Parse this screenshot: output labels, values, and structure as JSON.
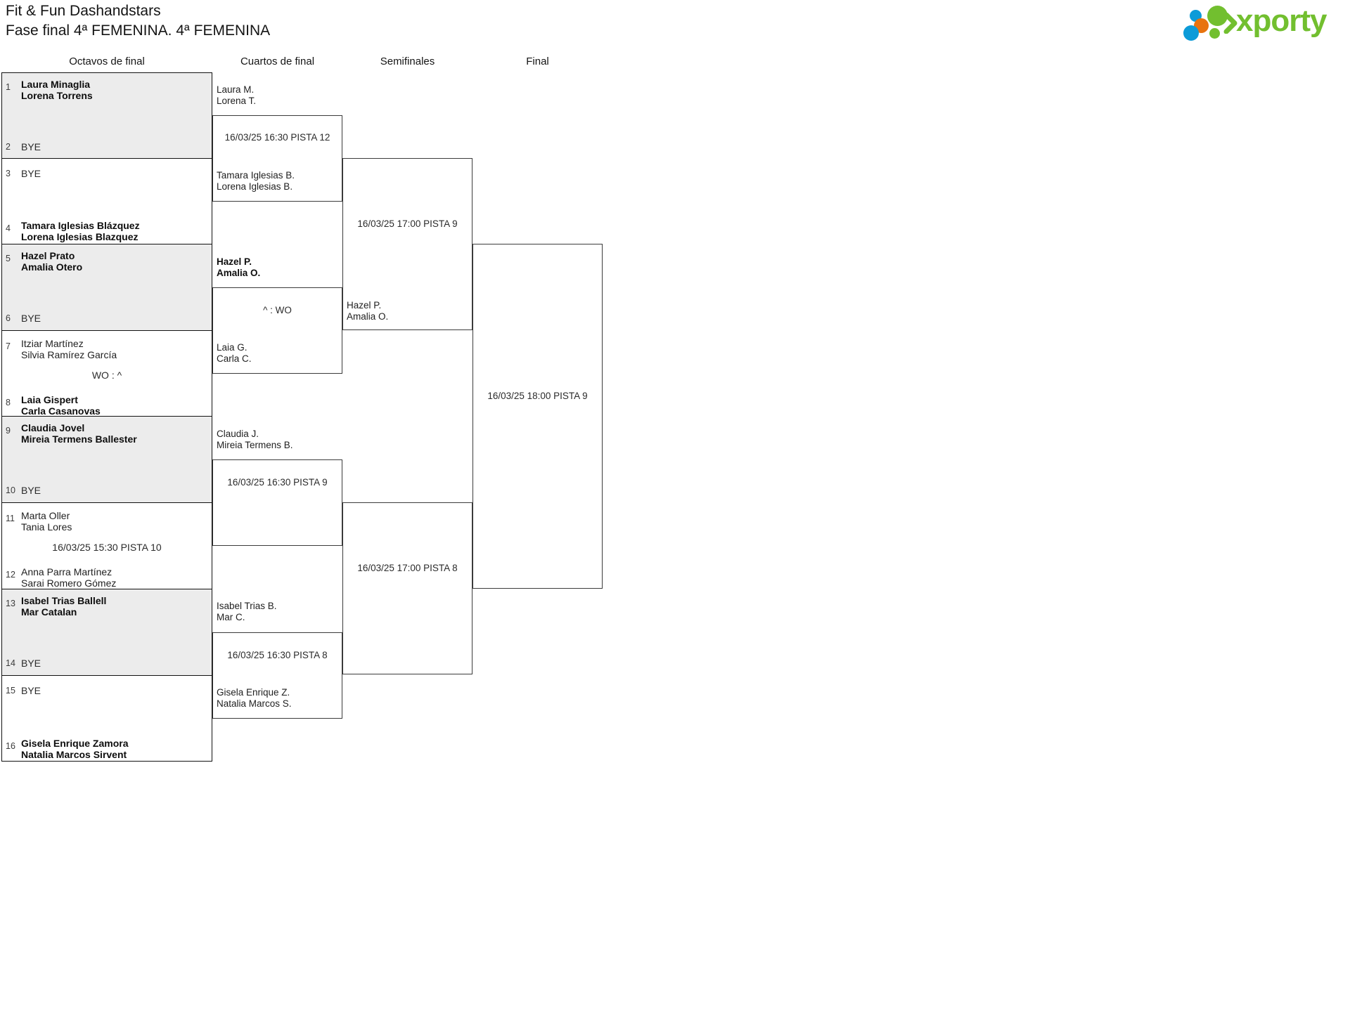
{
  "header": {
    "tournament": "Fit & Fun Dashandstars",
    "phase": "Fase final 4ª FEMENINA. 4ª FEMENINA",
    "logo_text": "xporty",
    "colors": {
      "green": "#72bf2f",
      "blue": "#0c9bd8",
      "orange": "#e8730f"
    }
  },
  "rounds": [
    {
      "id": "octavos",
      "label": "Octavos de final"
    },
    {
      "id": "cuartos",
      "label": "Cuartos de final"
    },
    {
      "id": "semis",
      "label": "Semifinales"
    },
    {
      "id": "final",
      "label": "Final"
    }
  ],
  "bracket": {
    "octavos": [
      {
        "seed_top": "1",
        "top_line1": "Laura Minaglia",
        "top_line2": "Lorena Torrens",
        "top_winner": true,
        "seed_bottom": "2",
        "bottom_line1": "BYE",
        "bottom_line2": "",
        "bottom_winner": false,
        "score": ""
      },
      {
        "seed_top": "3",
        "top_line1": "BYE",
        "top_line2": "",
        "top_winner": false,
        "seed_bottom": "4",
        "bottom_line1": "Tamara Iglesias Blázquez",
        "bottom_line2": "Lorena Iglesias Blazquez",
        "bottom_winner": true,
        "score": ""
      },
      {
        "seed_top": "5",
        "top_line1": "Hazel Prato",
        "top_line2": "Amalia Otero",
        "top_winner": true,
        "seed_bottom": "6",
        "bottom_line1": "BYE",
        "bottom_line2": "",
        "bottom_winner": false,
        "score": ""
      },
      {
        "seed_top": "7",
        "top_line1": "Itziar Martínez",
        "top_line2": "Silvia Ramírez García",
        "top_winner": false,
        "seed_bottom": "8",
        "bottom_line1": "Laia Gispert",
        "bottom_line2": "Carla Casanovas",
        "bottom_winner": true,
        "score": "WO : ^"
      },
      {
        "seed_top": "9",
        "top_line1": "Claudia Jovel",
        "top_line2": "Mireia Termens Ballester",
        "top_winner": true,
        "seed_bottom": "10",
        "bottom_line1": "BYE",
        "bottom_line2": "",
        "bottom_winner": false,
        "score": ""
      },
      {
        "seed_top": "11",
        "top_line1": "Marta Oller",
        "top_line2": "Tania Lores",
        "top_winner": false,
        "seed_bottom": "12",
        "bottom_line1": "Anna Parra Martínez",
        "bottom_line2": "Sarai Romero Gómez",
        "bottom_winner": false,
        "score": "16/03/25 15:30 PISTA 10"
      },
      {
        "seed_top": "13",
        "top_line1": "Isabel Trias Ballell",
        "top_line2": "Mar Catalan",
        "top_winner": true,
        "seed_bottom": "14",
        "bottom_line1": "BYE",
        "bottom_line2": "",
        "bottom_winner": false,
        "score": ""
      },
      {
        "seed_top": "15",
        "top_line1": "BYE",
        "top_line2": "",
        "top_winner": false,
        "seed_bottom": "16",
        "bottom_line1": "Gisela Enrique Zamora",
        "bottom_line2": "Natalia Marcos Sirvent",
        "bottom_winner": true,
        "score": ""
      }
    ],
    "cuartos": [
      {
        "top_line1": "Laura M.",
        "top_line2": "Lorena T.",
        "top_winner": false,
        "bottom_line1": "Tamara Iglesias B.",
        "bottom_line2": "Lorena Iglesias B.",
        "bottom_winner": false,
        "label": "16/03/25 16:30 PISTA 12"
      },
      {
        "top_line1": "Hazel P.",
        "top_line2": "Amalia O.",
        "top_winner": true,
        "bottom_line1": "Laia G.",
        "bottom_line2": "Carla C.",
        "bottom_winner": false,
        "label": "^ : WO"
      },
      {
        "top_line1": "Claudia J.",
        "top_line2": "Mireia Termens B.",
        "top_winner": false,
        "bottom_line1": "",
        "bottom_line2": "",
        "bottom_winner": false,
        "label": "16/03/25 16:30 PISTA 9"
      },
      {
        "top_line1": "Isabel Trias B.",
        "top_line2": "Mar C.",
        "top_winner": false,
        "bottom_line1": "Gisela Enrique Z.",
        "bottom_line2": "Natalia Marcos S.",
        "bottom_winner": false,
        "label": "16/03/25 16:30 PISTA 8"
      }
    ],
    "semis": [
      {
        "top_line1": "",
        "top_line2": "",
        "top_winner": false,
        "bottom_line1": "Hazel P.",
        "bottom_line2": "Amalia O.",
        "bottom_winner": false,
        "label": "16/03/25 17:00 PISTA 9"
      },
      {
        "top_line1": "",
        "top_line2": "",
        "top_winner": false,
        "bottom_line1": "",
        "bottom_line2": "",
        "bottom_winner": false,
        "label": "16/03/25 17:00 PISTA 8"
      }
    ],
    "final": [
      {
        "top_line1": "",
        "top_line2": "",
        "top_winner": false,
        "bottom_line1": "",
        "bottom_line2": "",
        "bottom_winner": false,
        "label": "16/03/25 18:00 PISTA 9"
      }
    ]
  }
}
